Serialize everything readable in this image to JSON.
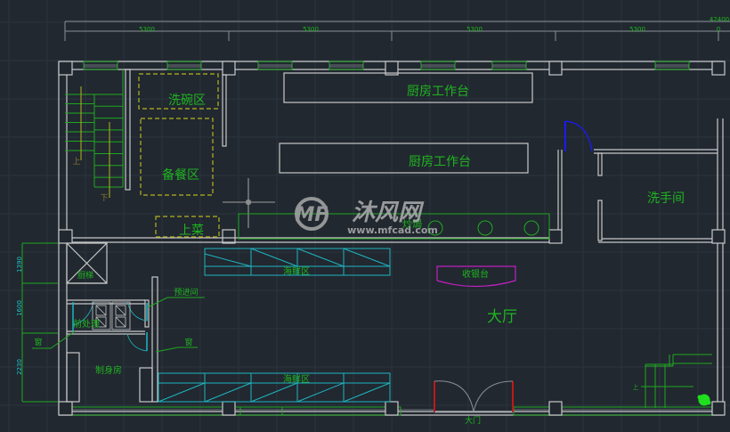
{
  "drawing": {
    "type": "restaurant floor plan (CAD)",
    "colors": {
      "background": "#212830",
      "grid": "#2c3440",
      "wall": "#c8c8c8",
      "label": "#1fb51f",
      "window": "#1fa81f",
      "zone_dashed": "#b5b51e",
      "seafood": "#1fb5c0",
      "door_blue": "#1a1aff",
      "door_red": "#c01818",
      "cashier": "#c020c0",
      "dim_text_cyan": "#20c0c8"
    },
    "dimensions_top": {
      "segments": [
        "5300",
        "5300",
        "5300",
        "5300"
      ],
      "total": "42400",
      "end_label": "0"
    },
    "dimensions_left": [
      "1390",
      "1600",
      "2230"
    ],
    "rooms": {
      "dishwashing": "洗碗区",
      "prep": "备餐区",
      "serving": "上菜",
      "kitchen_counter_1": "厨房工作台",
      "kitchen_counter_2": "厨房工作台",
      "restroom": "洗手间",
      "bar": "炒焗",
      "seafood_1": "海鲜区",
      "seafood_2": "海鲜区",
      "cashier": "收银台",
      "hall": "大厅",
      "main_door": "大门",
      "elevator": "厨梯",
      "preprocess": "前处理",
      "pre_entry": "预进间",
      "sashimi": "制身房",
      "window_1": "窗",
      "window_2": "窗",
      "stair_up": "上",
      "stair_down": "下",
      "stair_up_right": "上"
    },
    "watermark": {
      "brand": "沐风网",
      "url": "www.mfcad.com"
    }
  }
}
